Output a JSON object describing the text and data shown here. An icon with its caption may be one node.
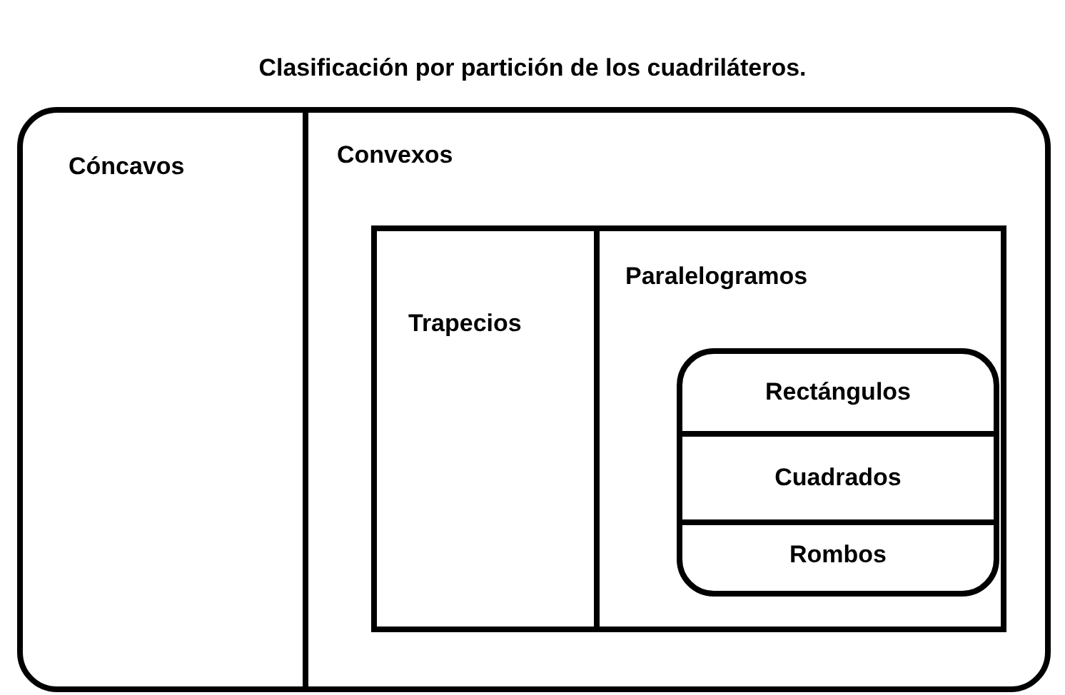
{
  "diagram": {
    "title": "Clasificación por partición de los cuadriláteros.",
    "nodes": [
      {
        "text": [],
        "shape": "box"
      },
      {
        "text": [
          "Cóncavos"
        ],
        "in": 0
      },
      {
        "text": [
          "Convexos"
        ],
        "in": 0
      },
      {
        "text": [],
        "shape": "box",
        "in": 2
      },
      {
        "text": [
          "Trapecios"
        ],
        "in": 3
      },
      {
        "text": [
          "Paralelogramos"
        ],
        "in": 3
      },
      {
        "text": [],
        "shape": "box",
        "in": 5
      },
      {
        "text": [
          "Rectángulos"
        ],
        "in": 6
      },
      {
        "text": [
          "Cuadrados"
        ],
        "in": 6
      },
      {
        "text": [
          "Rombos"
        ],
        "in": 6
      }
    ]
  }
}
